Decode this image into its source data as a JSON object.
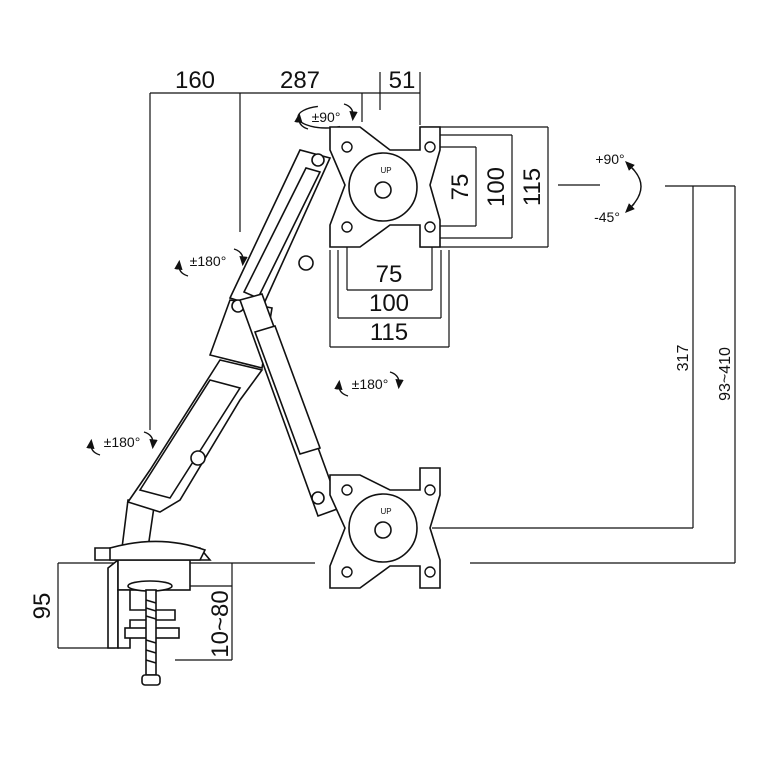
{
  "dimensions": {
    "top_160": "160",
    "top_287": "287",
    "top_51": "51",
    "vesa_h_75": "75",
    "vesa_h_100": "100",
    "vesa_h_115": "115",
    "vesa_v_75": "75",
    "vesa_v_100": "100",
    "vesa_v_115": "115",
    "height_317": "317",
    "height_range": "93~410",
    "clamp_95": "95",
    "clamp_range": "10~80"
  },
  "rotations": {
    "swivel_top": "±90°",
    "arm_upper": "±180°",
    "arm_middle": "±180°",
    "arm_base": "±180°",
    "tilt_up": "+90°",
    "tilt_down": "-45°"
  },
  "plate_labels": {
    "upper_up": "UP",
    "lower_up": "UP"
  }
}
